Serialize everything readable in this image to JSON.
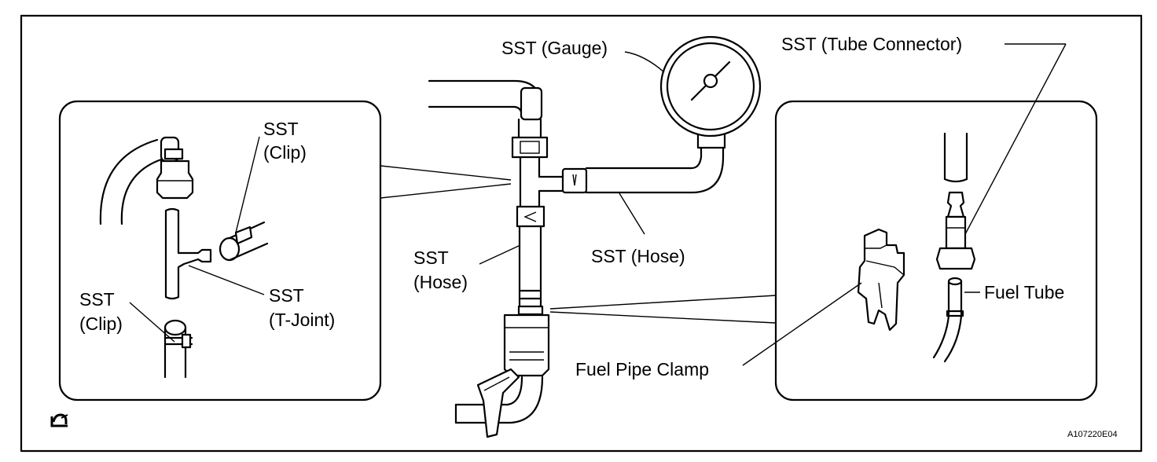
{
  "labels": {
    "sst_gauge": "SST (Gauge)",
    "sst_tube_connector": "SST (Tube Connector)",
    "sst_clip_top_line1": "SST",
    "sst_clip_top_line2": "(Clip)",
    "sst_clip_bottom_line1": "SST",
    "sst_clip_bottom_line2": "(Clip)",
    "sst_tjoint_line1": "SST",
    "sst_tjoint_line2": "(T-Joint)",
    "sst_hose_left_line1": "SST",
    "sst_hose_left_line2": "(Hose)",
    "sst_hose_right": "SST (Hose)",
    "fuel_tube": "Fuel Tube",
    "fuel_pipe_clamp": "Fuel Pipe Clamp",
    "figure_id": "A107220E04"
  },
  "icons": {
    "corner_symbol": "reuse-symbol-icon"
  }
}
